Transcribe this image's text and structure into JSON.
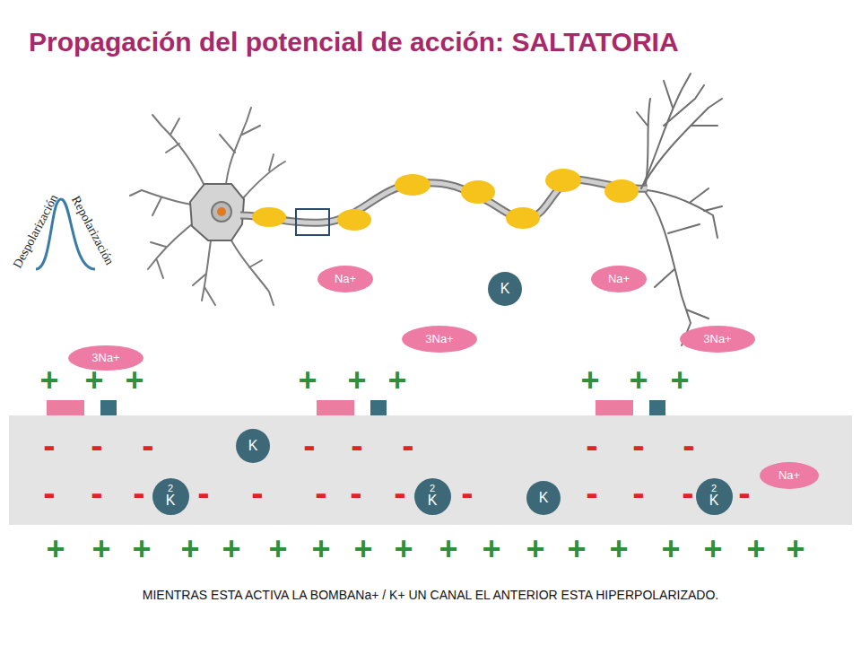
{
  "diagram": {
    "title": "Propagación del potencial de acción: SALTATORIA",
    "caption": "MIENTRAS ESTA ACTIVA LA BOMBANa+ / K+ UN CANAL EL ANTERIOR ESTA HIPERPOLARIZADO.",
    "nodes": [
      {
        "text": [
          "Na+"
        ]
      },
      {
        "text": [
          "K"
        ]
      },
      {
        "text": [
          "Na+"
        ]
      },
      {
        "text": [
          "3Na+"
        ]
      },
      {
        "text": [
          "3Na+"
        ]
      },
      {
        "text": [
          "3Na+"
        ]
      },
      {
        "text": [
          "K"
        ]
      },
      {
        "text": [
          "Na+"
        ]
      },
      {
        "text": [
          "2",
          "K"
        ]
      },
      {
        "text": [
          "2",
          "K"
        ]
      },
      {
        "text": [
          "K"
        ]
      },
      {
        "text": [
          "2",
          "K"
        ]
      }
    ],
    "labels": [
      "Despolarización",
      "Repolarización",
      "+",
      "+",
      "+",
      "+",
      "+",
      "+",
      "+",
      "+",
      "+",
      "-",
      "-",
      "-",
      "-",
      "-",
      "-",
      "-",
      "-",
      "-",
      "-",
      "-",
      "-",
      "-",
      "-",
      "-",
      "-",
      "-",
      "-",
      "-",
      "-",
      "-",
      "-",
      "+",
      "+",
      "+",
      "+",
      "+",
      "+",
      "+",
      "+",
      "+",
      "+",
      "+",
      "+",
      "+",
      "+",
      "+",
      "+",
      "+",
      "+"
    ]
  }
}
